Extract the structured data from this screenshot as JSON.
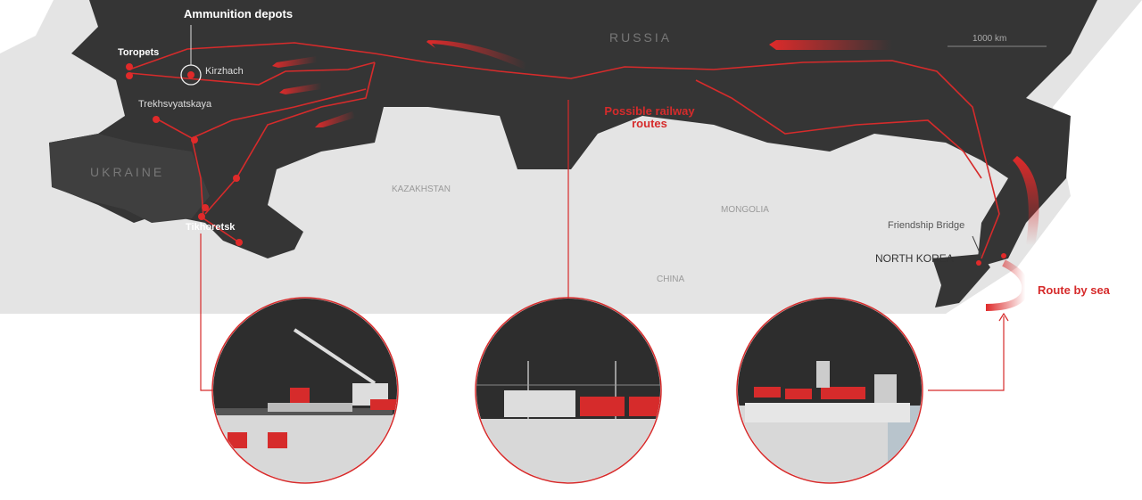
{
  "labels": {
    "ammunition_depots": "Ammunition depots",
    "toropets": "Toropets",
    "kirzhach": "Kirzhach",
    "trekhsvyatskaya": "Trekhsvyatskaya",
    "tikhoretsk": "Tikhoretsk",
    "ukraine": "UKRAINE",
    "russia": "RUSSIA",
    "kazakhstan": "KAZAKHSTAN",
    "mongolia": "MONGOLIA",
    "china": "CHINA",
    "north_korea": "NORTH KOREA",
    "friendship_bridge": "Friendship Bridge",
    "railway_routes": "Possible railway routes",
    "route_by_sea": "Route by sea",
    "scale": "1000 km"
  },
  "colors": {
    "accent": "#d62b2b",
    "land_dark": "#353535",
    "land_light": "#e4e4e4"
  }
}
